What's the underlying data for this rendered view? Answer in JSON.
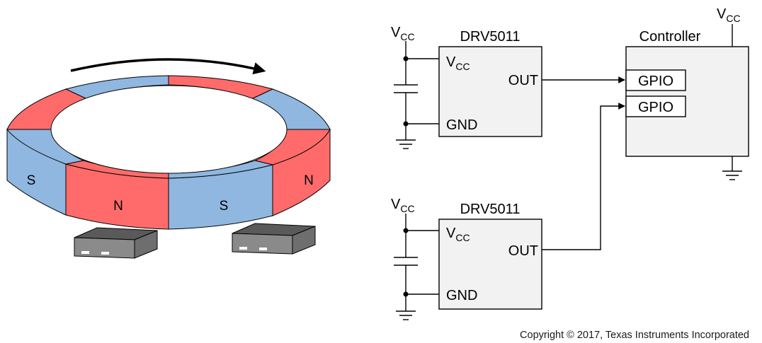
{
  "colors": {
    "north": "#ff6b6b",
    "south": "#8fb7e0",
    "ic_body": "#808080",
    "box_fill": "#f2f2f2"
  },
  "magnet": {
    "rotation_arrow_icon": "curved-arrow-clockwise",
    "poles": [
      "S",
      "N",
      "S",
      "N"
    ]
  },
  "sensor_top": {
    "title": "DRV5011",
    "vcc_pin": "V",
    "vcc_pin_sub": "CC",
    "out_pin": "OUT",
    "gnd_pin": "GND",
    "supply": "V",
    "supply_sub": "CC"
  },
  "sensor_bottom": {
    "title": "DRV5011",
    "vcc_pin": "V",
    "vcc_pin_sub": "CC",
    "out_pin": "OUT",
    "gnd_pin": "GND",
    "supply": "V",
    "supply_sub": "CC"
  },
  "controller": {
    "title": "Controller",
    "gpio1": "GPIO",
    "gpio2": "GPIO",
    "supply": "V",
    "supply_sub": "CC"
  },
  "copyright": "Copyright © 2017, Texas Instruments Incorporated"
}
